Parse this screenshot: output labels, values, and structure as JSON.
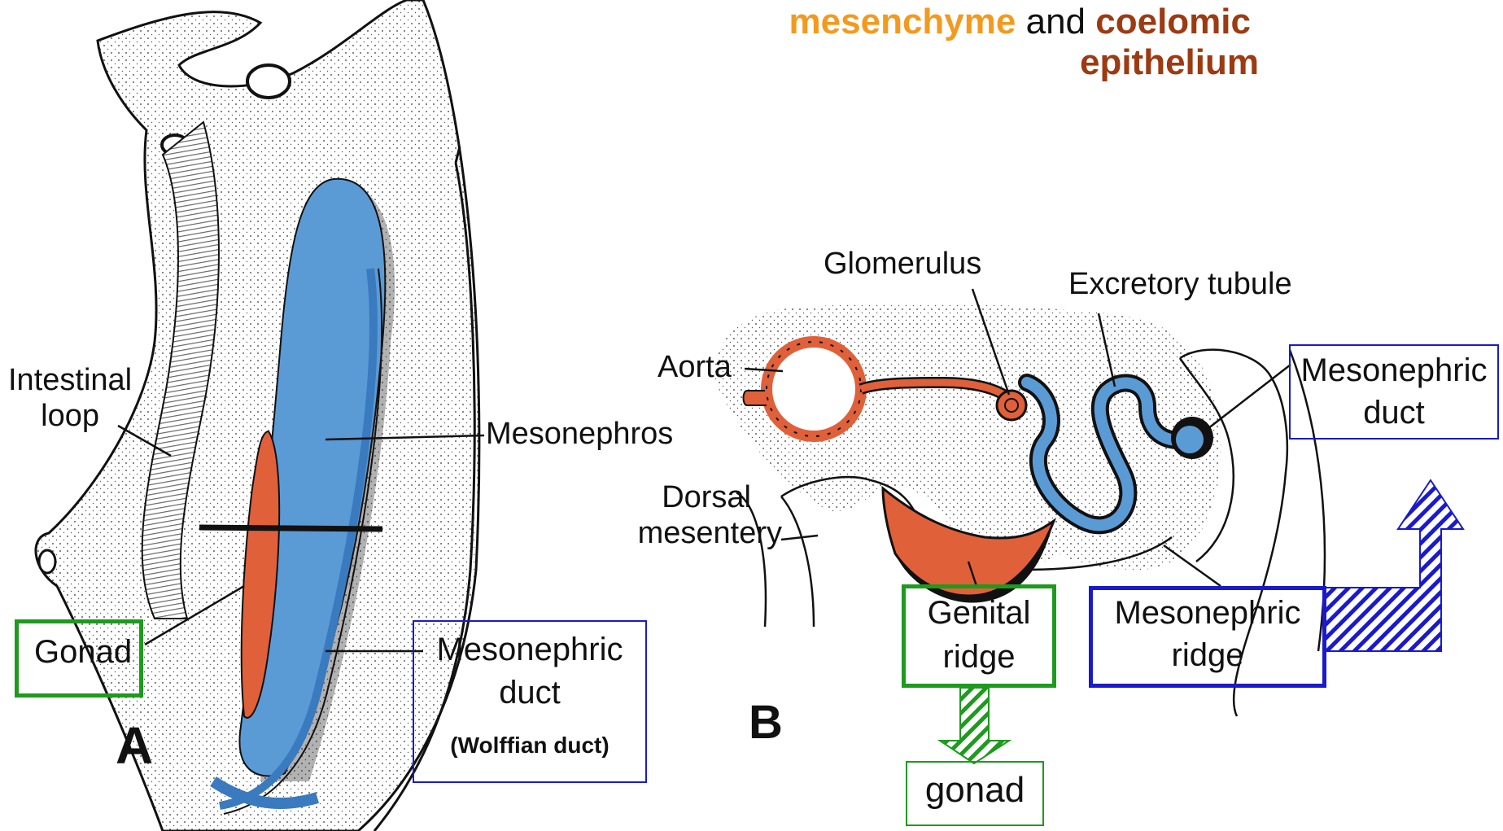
{
  "title": {
    "word1": "mesenchyme",
    "connector": "and",
    "word2": "coelomic",
    "word3": "epithelium"
  },
  "panel_a": {
    "letter": "A",
    "labels": {
      "intestinal_loop_line1": "Intestinal",
      "intestinal_loop_line2": "loop",
      "mesonephros": "Mesonephros"
    },
    "gonad_box": "Gonad",
    "mesonephric_duct_box": {
      "line1": "Mesonephric",
      "line2": "duct",
      "line3": "(Wolffian duct)"
    }
  },
  "panel_b": {
    "letter": "B",
    "labels": {
      "glomerulus": "Glomerulus",
      "excretory_tubule": "Excretory tubule",
      "aorta": "Aorta",
      "dorsal_line1": "Dorsal",
      "dorsal_line2": "mesentery"
    },
    "mesonephric_duct_box": {
      "line1": "Mesonephric",
      "line2": "duct"
    },
    "genital_ridge_box": {
      "line1": "Genital",
      "line2": "ridge"
    },
    "mesonephric_ridge_box": {
      "line1": "Mesonephric",
      "line2": "ridge"
    },
    "gonad_box": "gonad"
  },
  "colors": {
    "orange_text": "#f39a1e",
    "brown_text": "#9c3a12",
    "mesonephros_blue": "#5b9bd5",
    "gonad_orange": "#e0603a",
    "green_box": "#1e9a1e",
    "blue_box": "#1a1acc"
  }
}
